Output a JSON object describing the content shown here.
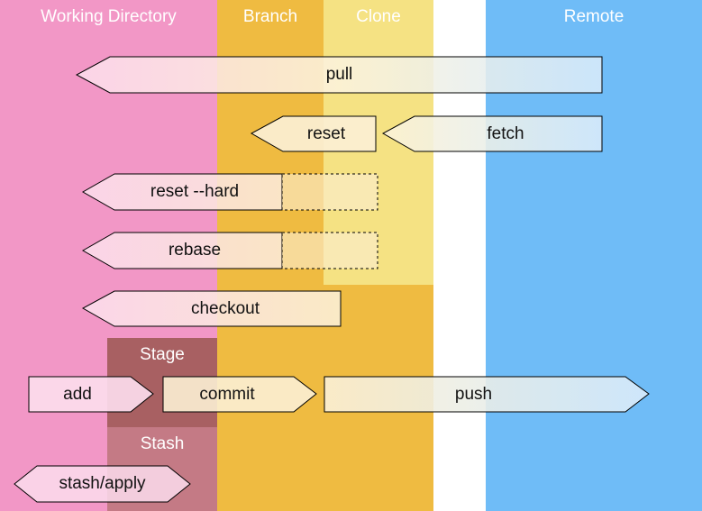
{
  "columns": {
    "working_directory": "Working Directory",
    "branch": "Branch",
    "clone": "Clone",
    "remote": "Remote"
  },
  "zones": {
    "stage": "Stage",
    "stash": "Stash"
  },
  "commands": {
    "pull": "pull",
    "reset": "reset",
    "fetch": "fetch",
    "reset_hard": "reset --hard",
    "rebase": "rebase",
    "checkout": "checkout",
    "add": "add",
    "commit": "commit",
    "push": "push",
    "stash_apply": "stash/apply"
  },
  "colors": {
    "working_directory": "#f297c6",
    "branch": "#efbb41",
    "clone": "#f5e283",
    "remote": "#6fbcf7",
    "stage": "#a86062",
    "stash": "#c47a85"
  }
}
